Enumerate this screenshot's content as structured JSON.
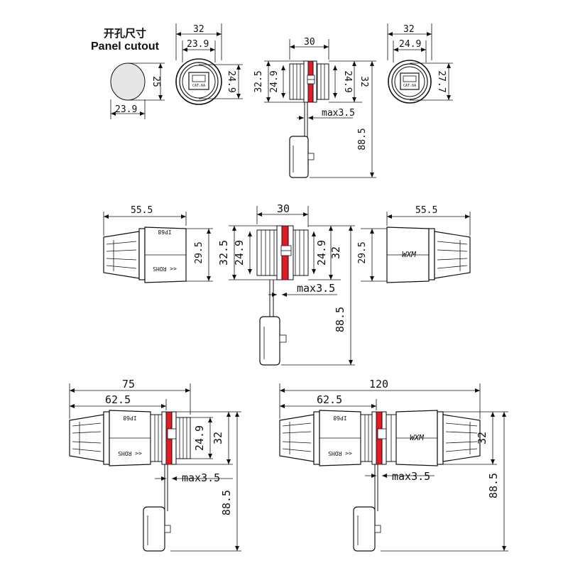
{
  "header": {
    "title_cn": "开孔尺寸",
    "title_en": "Panel cutout"
  },
  "row1": {
    "cutout": {
      "width": "23.9",
      "height": "25"
    },
    "front_a": {
      "outer": "32",
      "inner": "23.9",
      "height": "24.9"
    },
    "side": {
      "width": "30",
      "h_left": "32.5",
      "h_inner_left": "24.9",
      "h_inner_right": "24.9",
      "h_right": "32",
      "max": "max3.5",
      "length": "88.5"
    },
    "front_b": {
      "outer": "32",
      "inner": "24.9",
      "height": "27.7"
    }
  },
  "row2": {
    "plug_left": {
      "length": "55.5",
      "height": "29.5"
    },
    "side": {
      "width": "30",
      "h_left": "32.5",
      "h_inner_left": "24.9",
      "h_inner_right": "24.9",
      "h_right": "32",
      "max": "max3.5",
      "length": "88.5"
    },
    "plug_right": {
      "length": "55.5",
      "height": "29.5"
    }
  },
  "row3": {
    "assembly_a": {
      "total": "75",
      "plug": "62.5",
      "h_inner": "24.9",
      "h_outer": "32",
      "max": "max3.5",
      "length": "88.5"
    },
    "assembly_b": {
      "total": "120",
      "plug": "62.5",
      "h_outer": "32",
      "max": "max3.5",
      "length": "88.5"
    }
  },
  "labels": {
    "cat": "CAT.6A",
    "rohs": "<< ROHS",
    "ip": "IP68",
    "brand": "WXM"
  },
  "colors": {
    "line": "#111111",
    "seal": "#e01b24",
    "body_fill": "#ffffff",
    "cutout_fill": "#e6e6e6"
  }
}
